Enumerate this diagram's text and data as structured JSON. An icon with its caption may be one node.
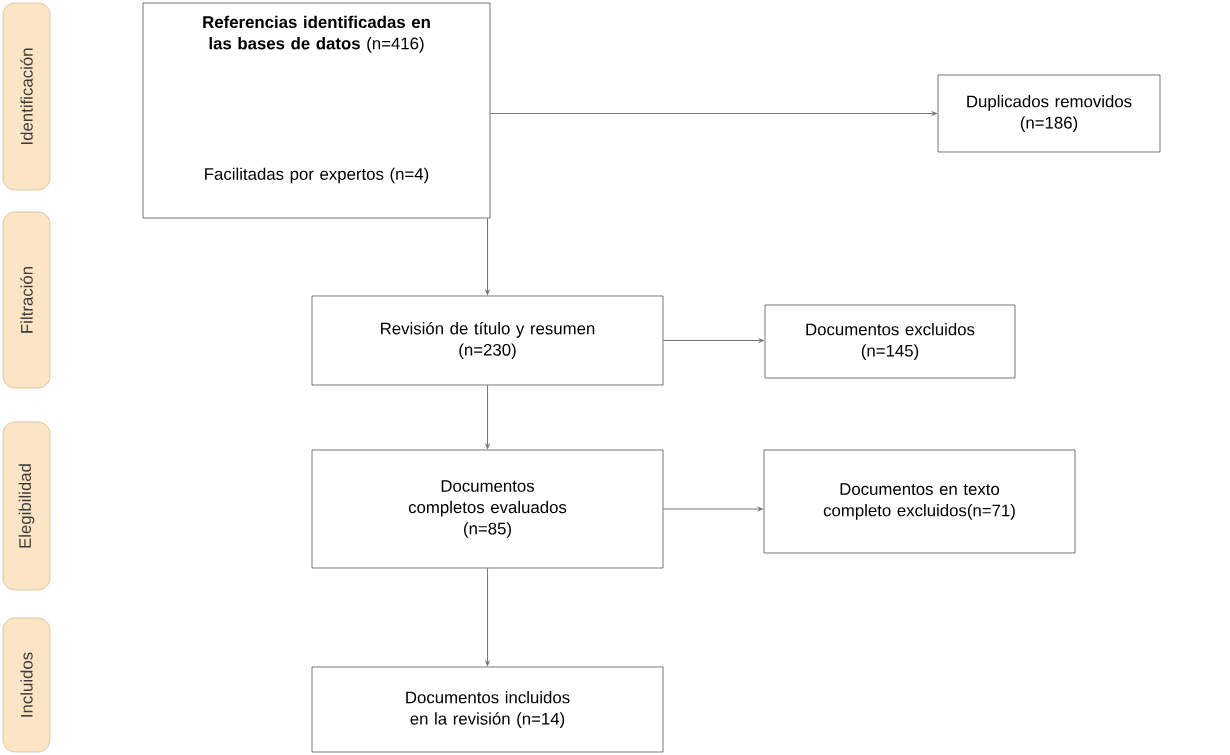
{
  "diagram": {
    "nodes": [
      {
        "text": [
          "Identificación"
        ]
      },
      {
        "text": [
          "Filtración"
        ]
      },
      {
        "text": [
          "Elegibilidad"
        ]
      },
      {
        "text": [
          "Incluidos"
        ]
      },
      {
        "text": [
          "**Referencias identificadas en las bases de datos** (n=416)",
          "Facilitadas por expertos (n=4)"
        ]
      },
      {
        "text": [
          "Duplicados removidos",
          "(n=186)"
        ]
      },
      {
        "text": [
          "Revisión de título y resumen",
          "(n=230)"
        ]
      },
      {
        "text": [
          "Documentos excluidos",
          "(n=145)"
        ]
      },
      {
        "text": [
          "Documentos completos evaluados",
          "(n=85)"
        ]
      },
      {
        "text": [
          "Documentos en texto completo excluidos(n=71)"
        ]
      },
      {
        "text": [
          "Documentos incluidos en la revisión (n=14)"
        ]
      }
    ],
    "edges": [
      {
        "from": 4,
        "to": 5,
        "arrow": "to"
      },
      {
        "from": 4,
        "to": 6,
        "arrow": "to"
      },
      {
        "from": 6,
        "to": 7,
        "arrow": "to"
      },
      {
        "from": 6,
        "to": 8,
        "arrow": "to"
      },
      {
        "from": 8,
        "to": 9,
        "arrow": "to"
      },
      {
        "from": 8,
        "to": 10,
        "arrow": "to"
      }
    ]
  }
}
